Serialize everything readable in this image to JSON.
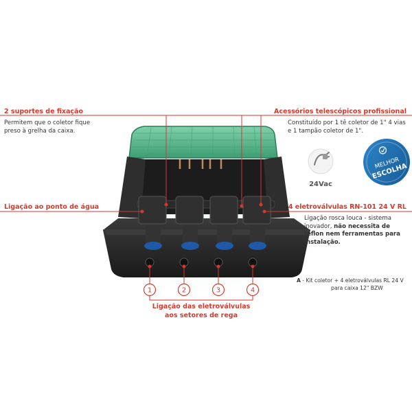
{
  "callouts": {
    "fixation": {
      "title": "2 suportes de fixação",
      "line1": "Permitem que o coletor fique",
      "line2": "preso à grelha da caixa."
    },
    "telescopic": {
      "title": "Acessórios telescópicos profissional",
      "line1": "Constituído por 1 tê coletor de 1\" 4 vias",
      "line2": "e 1 tampão coletor de 1\"."
    },
    "water_point": {
      "title": "Ligação ao ponto de água"
    },
    "valves": {
      "title": "4 eletroválvulas RN-101 24 V RL",
      "line1": "Ligação rosca louca - sistema",
      "line2_normal": "inovador, ",
      "line2_bold": "não necessita de",
      "line3_bold": "teflon nem ferramentas para",
      "line4_bold": "instalação."
    },
    "sectors": {
      "line1": "Ligação das eletroválvulas",
      "line2": "aos setores de rega"
    }
  },
  "numbers": [
    "1",
    "2",
    "3",
    "4"
  ],
  "voltage": "24Vac",
  "badge": {
    "line1": "MELHOR",
    "line2": "ESCOLHA"
  },
  "kit": {
    "code": "A",
    "sep": " - ",
    "line1": "Kit coletor + 4 eletroválvulas RL 24 V",
    "line2": "para caixa 12\" BZW"
  },
  "colors": {
    "accent": "#d33a2c",
    "lid": "#5fbf95",
    "box": "#262626",
    "badge": "#1e6fb0"
  }
}
